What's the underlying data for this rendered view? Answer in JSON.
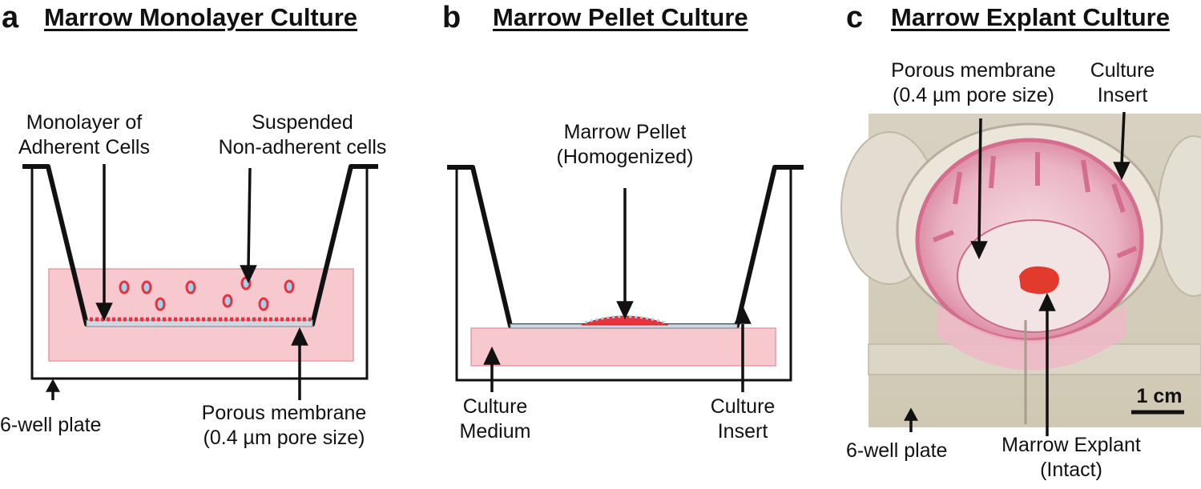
{
  "panels": {
    "a": {
      "letter": "a",
      "title": "Marrow Monolayer Culture",
      "labels": {
        "monolayer_line1": "Monolayer of",
        "monolayer_line2": "Adherent Cells",
        "suspended_line1": "Suspended",
        "suspended_line2": "Non-adherent cells",
        "plate": "6-well plate",
        "membrane_line1": "Porous membrane",
        "membrane_line2": "(0.4 µm pore size)"
      }
    },
    "b": {
      "letter": "b",
      "title": "Marrow Pellet Culture",
      "labels": {
        "pellet_line1": "Marrow Pellet",
        "pellet_line2": "(Homogenized)",
        "medium_line1": "Culture",
        "medium_line2": "Medium",
        "insert_line1": "Culture",
        "insert_line2": "Insert"
      }
    },
    "c": {
      "letter": "c",
      "title": "Marrow Explant Culture",
      "labels": {
        "membrane_line1": "Porous membrane",
        "membrane_line2": "(0.4 µm pore size)",
        "insert_line1": "Culture",
        "insert_line2": "Insert",
        "plate": "6-well plate",
        "explant_line1": "Marrow Explant",
        "explant_line2": "(Intact)",
        "scale": "1 cm"
      }
    }
  },
  "colors": {
    "medium": "#f7c9cf",
    "medium_border": "#e89aa5",
    "cells": "#e8323c",
    "photo_bg": "#d9d4c3"
  }
}
